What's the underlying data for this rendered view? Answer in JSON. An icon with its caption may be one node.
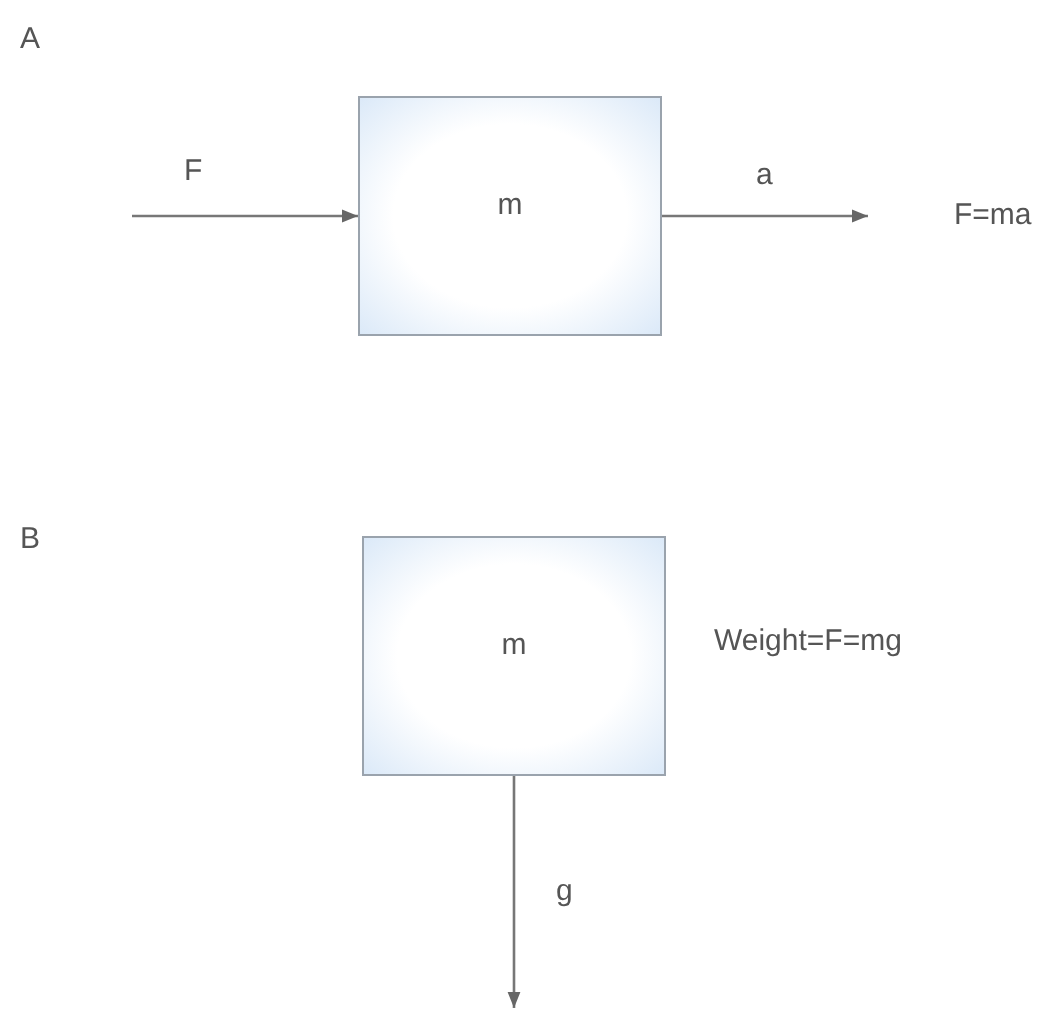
{
  "diagram": {
    "nodes": [
      {
        "text": [
          "m"
        ]
      },
      {
        "text": [
          "m"
        ]
      }
    ],
    "edges": [
      {
        "from": null,
        "to": 0,
        "arrow": "to",
        "label": "F"
      },
      {
        "from": 0,
        "to": null,
        "arrow": "to",
        "label": "a"
      },
      {
        "from": 1,
        "to": null,
        "arrow": "to",
        "label": "g"
      }
    ],
    "labels": [
      "A",
      "F=ma",
      "B",
      "Weight=F=mg"
    ]
  }
}
